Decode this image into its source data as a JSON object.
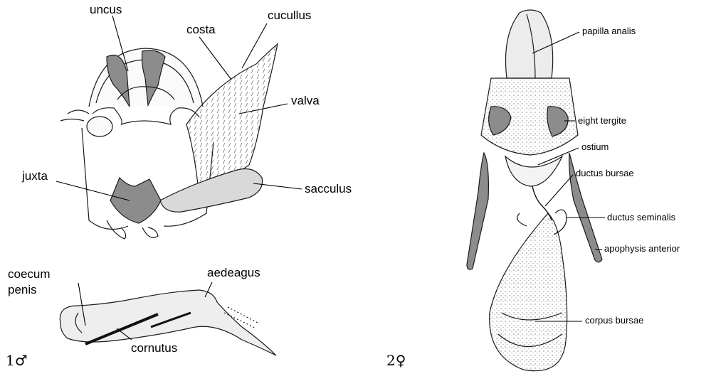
{
  "male": {
    "figure_number": "1♂",
    "labels": {
      "uncus": "uncus",
      "costa": "costa",
      "cucullus": "cucullus",
      "valva": "valva",
      "juxta": "juxta",
      "sacculus": "sacculus",
      "coecum_penis": "coecum\npenis",
      "aedeagus": "aedeagus",
      "cornutus": "cornutus"
    }
  },
  "female": {
    "figure_number": "2♀",
    "labels": {
      "papilla_analis": "papilla analis",
      "eight_tergite": "eight tergite",
      "ostium": "ostium",
      "ductus_bursae": "ductus bursae",
      "ductus_seminalis": "ductus seminalis",
      "apophysis_anterior": "apophysis anterior",
      "corpus_bursae": "corpus bursae"
    }
  },
  "colors": {
    "dark_sclerite": "#8c8c8c",
    "light_sclerite": "#d9d9d9",
    "line": "#1a1a1a"
  }
}
